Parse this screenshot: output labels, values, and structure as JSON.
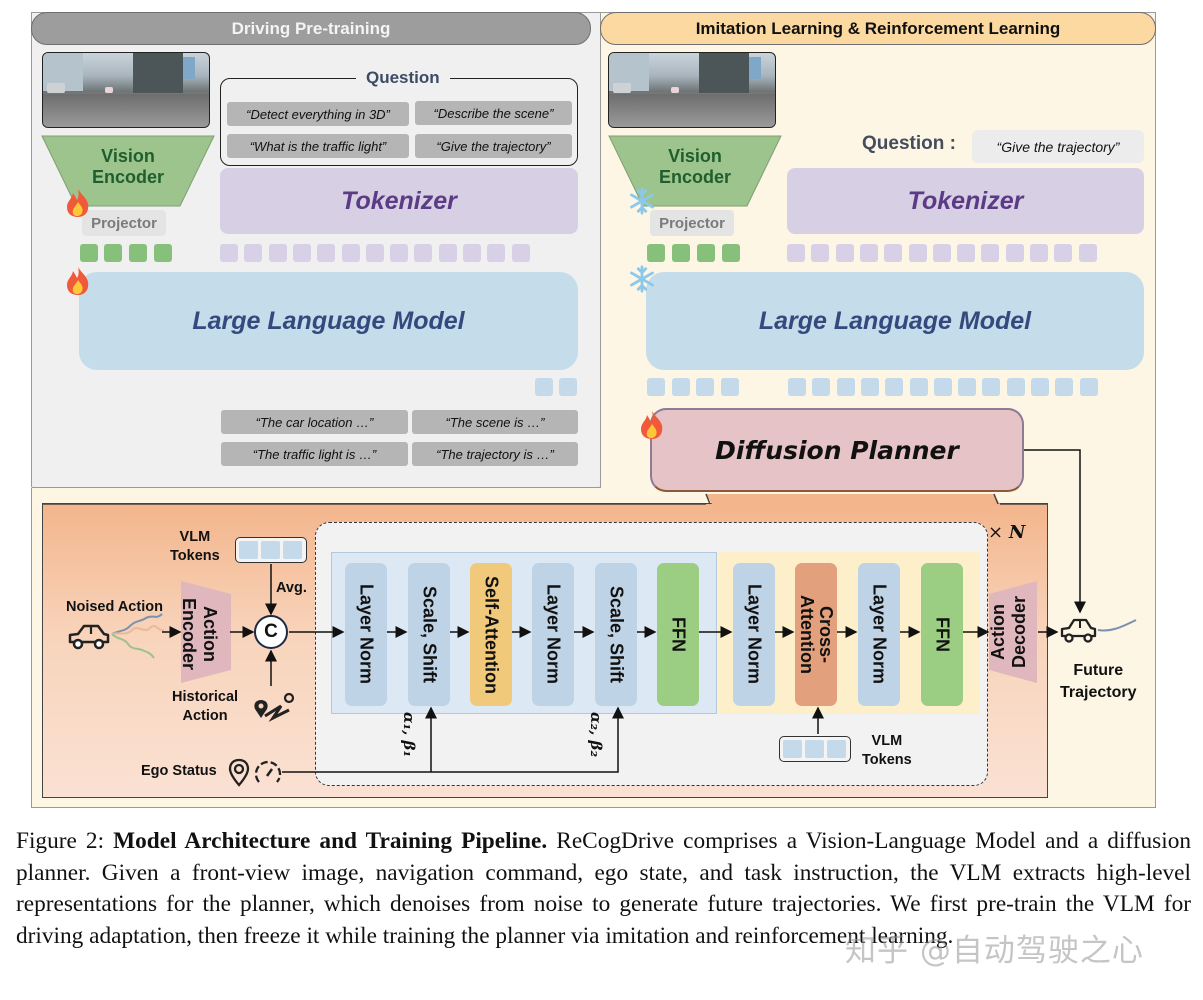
{
  "left_panel": {
    "title": "Driving Pre-training",
    "vision_encoder": "Vision\nEncoder",
    "vision_encoder_state": "trainable (fire)",
    "projector": "Projector",
    "question_title": "Question",
    "questions": [
      "“Detect everything in 3D”",
      "“Describe the scene”",
      "“What is the traffic light”",
      "“Give the trajectory”"
    ],
    "tokenizer": "Tokenizer",
    "llm": "Large Language Model",
    "llm_state": "trainable (fire)",
    "answers": [
      "“The car location …”",
      "“The scene is  …”",
      "“The traffic light is …”",
      "“The trajectory is …”"
    ]
  },
  "right_panel": {
    "title": "Imitation Learning & Reinforcement Learning",
    "vision_encoder": "Vision\nEncoder",
    "vision_encoder_state": "frozen (snowflake)",
    "projector": "Projector",
    "question_label": "Question :",
    "question": "“Give the trajectory”",
    "tokenizer": "Tokenizer",
    "llm": "Large Language Model",
    "llm_state": "frozen (snowflake)",
    "diffusion_planner": "Diffusion Planner",
    "diffusion_planner_state": "trainable (fire)"
  },
  "planner_detail": {
    "vlm_tokens_label": "VLM\nTokens",
    "avg_label": "Avg.",
    "noised_action": "Noised Action",
    "action_encoder": "Action\nEncoder",
    "concat_symbol": "C",
    "historical_action": "Historical\nAction",
    "ego_status": "Ego Status",
    "repeat_label": "×",
    "repeat_var": "N",
    "blocks": [
      "Layer Norm",
      "Scale, Shift",
      "Self-Attention",
      "Layer Norm",
      "Scale, Shift",
      "FFN",
      "Layer Norm",
      "Cross-\nAttention",
      "Layer Norm",
      "FFN"
    ],
    "alpha1": "α₁, β₁",
    "alpha2": "α₂, β₂",
    "cross_vlm_tokens_label": "VLM\nTokens",
    "action_decoder": "Action\nDecoder",
    "future_trajectory": "Future\nTrajectory"
  },
  "caption": {
    "figure": "Figure 2:",
    "title": "Model Architecture and Training Pipeline.",
    "text": "ReCogDrive comprises a Vision-Language Model and a diffusion planner. Given a front-view image, navigation command, ego state, and task instruction, the VLM extracts high-level representations for the planner, which denoises from noise to generate future trajectories. We first pre-train the VLM for driving adaptation, then freeze it while training the planner via imitation and reinforcement learning."
  },
  "watermark": "知乎 @自动驾驶之心",
  "colors": {
    "encoder_green": "#9dc48c",
    "tokenizer_purple": "#d7cfe4",
    "llm_blue": "#c5dcea",
    "planner_pink": "#e5c3c6",
    "planner_bg_orange": "#f3b58c",
    "self_attention": "#f0c97a",
    "ffn": "#9bcd82",
    "cross_attention": "#e3a07c"
  }
}
